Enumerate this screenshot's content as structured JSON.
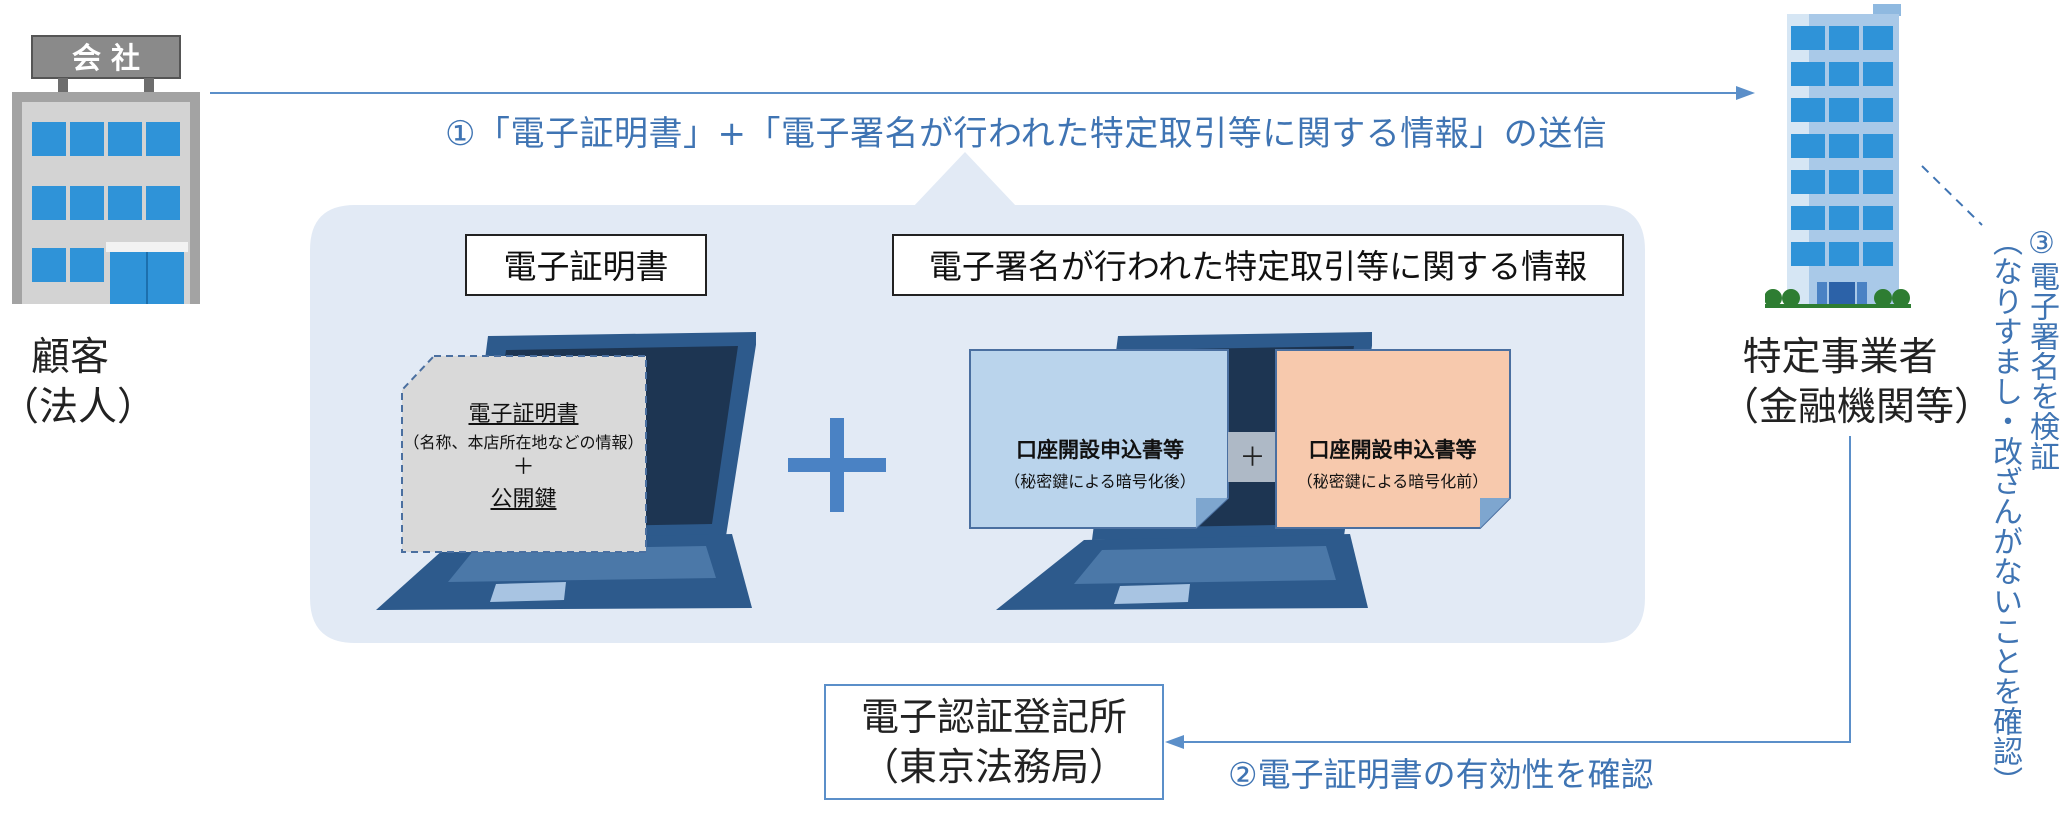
{
  "diagram": {
    "customer": {
      "sign": "会 社",
      "label_line1": "顧客",
      "label_line2": "（法人）"
    },
    "business": {
      "label_line1": "特定事業者",
      "label_line2": "（金融機関等）"
    },
    "registry": {
      "line1": "電子認証登記所",
      "line2": "（東京法務局）"
    },
    "steps": {
      "step1": "①「電子証明書」+「電子署名が行われた特定取引等に関する情報」の送信",
      "step2": "②電子証明書の有効性を確認",
      "step3_line1": "③電子署名を検証",
      "step3_line2": "（なりすまし・改ざんがないことを確認）"
    },
    "panel": {
      "certificate_title": "電子証明書",
      "info_title": "電子署名が行われた特定取引等に関する情報",
      "cert_note_title": "電子証明書",
      "cert_note_detail": "（名称、本店所在地などの情報）",
      "cert_note_plus": "＋",
      "cert_note_key": "公開鍵",
      "doc_encrypted_title": "口座開設申込書等",
      "doc_encrypted_note": "（秘密鍵による暗号化後）",
      "doc_plus": "＋",
      "doc_plain_title": "口座開設申込書等",
      "doc_plain_note": "（秘密鍵による暗号化前）"
    },
    "colors": {
      "arrow": "#5b8fc9",
      "panel": "#e2eaf5",
      "building_blue": "#2f93d8",
      "laptop": "#2d5a8c",
      "doc_encrypted": "#bad4ec",
      "doc_plain": "#f7c9ad",
      "cert_note": "#d9d9d9"
    }
  }
}
